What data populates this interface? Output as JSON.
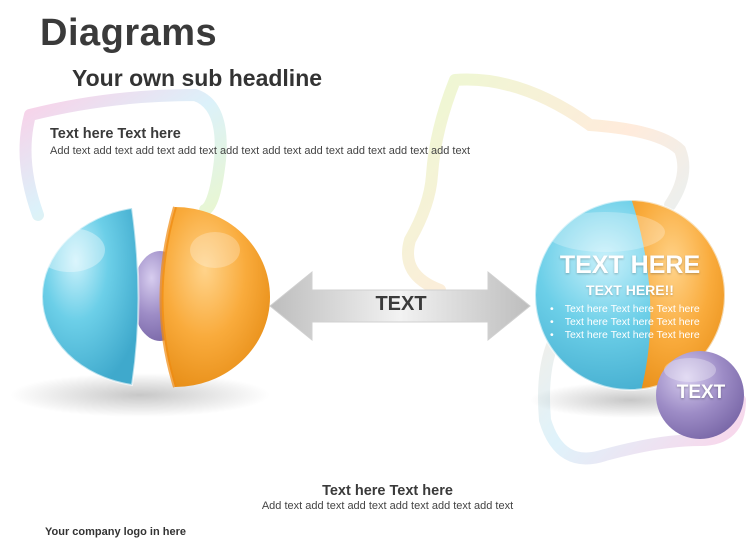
{
  "title": "Diagrams",
  "subtitle": "Your own sub headline",
  "block1": {
    "heading": "Text here Text here",
    "body": "Add text add text add text add text add text add text add text add text add text add text"
  },
  "arrow_label": "TEXT",
  "big_sphere": {
    "title": "TEXT HERE",
    "subtitle": "TEXT HERE!!",
    "bullets": [
      "Text here Text here Text here",
      "Text here Text here Text here",
      "Text here Text here Text here"
    ]
  },
  "small_sphere_label": "TEXT",
  "block2": {
    "heading": "Text here Text here",
    "body": "Add text add text add text add text add text add text"
  },
  "logo_text": "Your company logo in here",
  "colors": {
    "blue": "#6ccfe8",
    "orange": "#f9ab3c",
    "purple": "#9d8cc6",
    "arrow_gray": "#c8c8c8",
    "title_text": "#3a3a3a"
  }
}
